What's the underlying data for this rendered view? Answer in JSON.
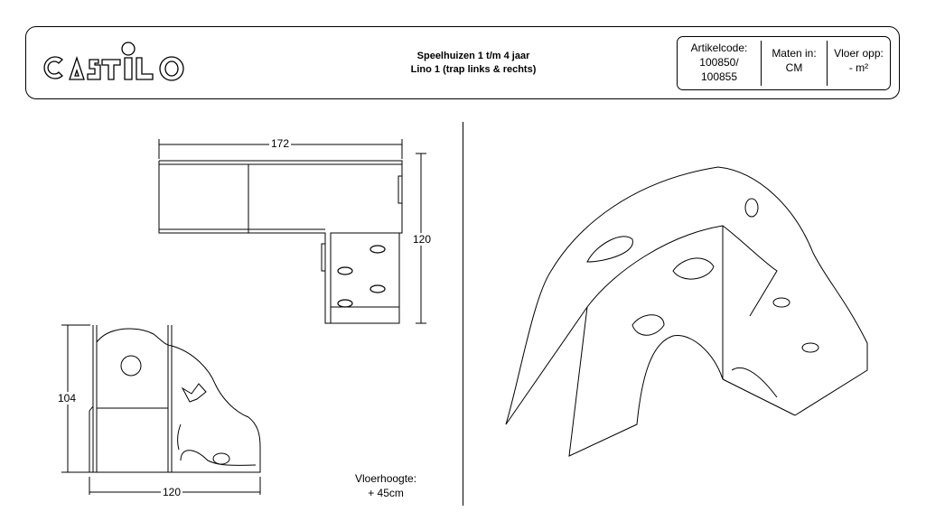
{
  "header": {
    "logo_text": "CASTILO",
    "title_line1": "Speelhuizen 1 t/m 4 jaar",
    "title_line2": "Lino 1 (trap links & rechts)",
    "article_label": "Artikelcode:",
    "article_code1": "100850/",
    "article_code2": "100855",
    "units_label": "Maten in:",
    "units_value": "CM",
    "floor_area_label": "Vloer opp:",
    "floor_area_value": "- m²"
  },
  "top_view": {
    "width_dim": "172",
    "depth_dim": "120"
  },
  "side_view": {
    "height_dim": "104",
    "width_dim": "120"
  },
  "floor_height": {
    "label": "Vloerhoogte:",
    "value": "+ 45cm"
  }
}
